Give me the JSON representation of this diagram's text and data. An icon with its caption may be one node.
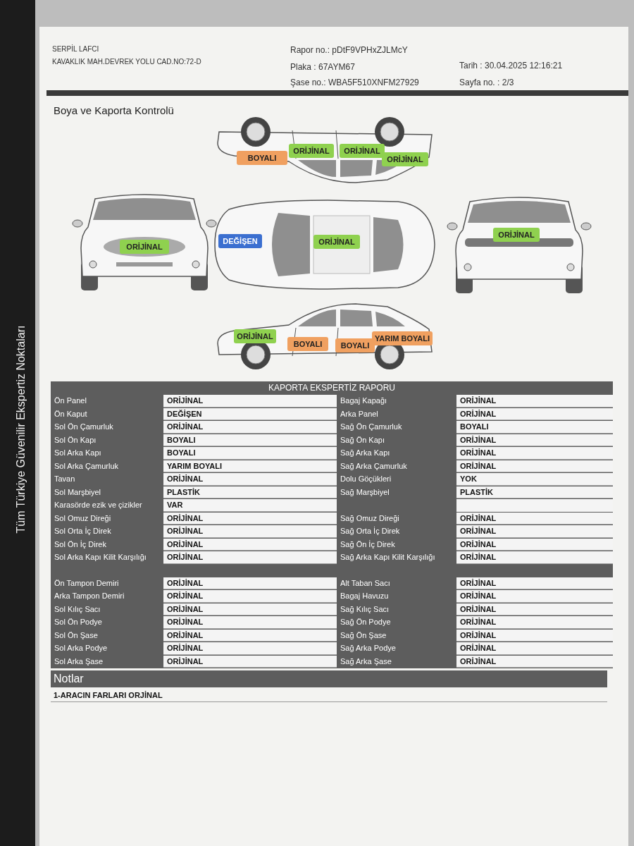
{
  "diagram": {
    "title": "Boya ve Kaporta Kontrolü",
    "nodes": [
      {
        "text": [
          "BOYALI"
        ]
      },
      {
        "text": [
          "ORİJİNAL"
        ]
      },
      {
        "text": [
          "ORİJİNAL"
        ]
      },
      {
        "text": [
          "ORİJİNAL"
        ]
      },
      {
        "text": [
          "ORİJİNAL"
        ]
      },
      {
        "text": [
          "DEĞİŞEN"
        ]
      },
      {
        "text": [
          "ORİJİNAL"
        ]
      },
      {
        "text": [
          "ORİJİNAL"
        ]
      },
      {
        "text": [
          "ORİJİNAL"
        ]
      },
      {
        "text": [
          "BOYALI"
        ]
      },
      {
        "text": [
          "BOYALI"
        ]
      },
      {
        "text": [
          "YARIM BOYALI"
        ]
      }
    ],
    "labels": [
      "SERPİL LAFCI",
      "KAVAKLIK MAH.DEVREK YOLU CAD.NO:72-D",
      "Rapor no.: pDtF9VPHxZJLMcY",
      "Plaka : 67AYM67",
      "Tarih : 30.04.2025 12:16:21",
      "Şase no.: WBA5F510XNFM27929",
      "Sayfa no. : 2/3",
      "KAPORTA EKSPERTİZ RAPORU",
      "Ön Panel",
      "ORİJİNAL",
      "Bagaj Kapağı",
      "ORİJİNAL",
      "Ön Kaput",
      "DEĞİŞEN",
      "Arka Panel",
      "ORİJİNAL",
      "Sol Ön Çamurluk",
      "ORİJİNAL",
      "Sağ Ön Çamurluk",
      "BOYALI",
      "Sol Ön Kapı",
      "BOYALI",
      "Sağ Ön Kapı",
      "ORİJİNAL",
      "Sol Arka Kapı",
      "BOYALI",
      "Sağ Arka Kapı",
      "ORİJİNAL",
      "Sol Arka Çamurluk",
      "YARIM BOYALI",
      "Sağ Arka Çamurluk",
      "ORİJİNAL",
      "Tavan",
      "ORİJİNAL",
      "Dolu Göçükleri",
      "YOK",
      "Sol Marşbiyel",
      "PLASTİK",
      "Sağ Marşbiyel",
      "PLASTİK",
      "Karasörde ezik ve çizikler",
      "VAR",
      "Sol Omuz Direği",
      "ORİJİNAL",
      "Sağ Omuz Direği",
      "ORİJİNAL",
      "Sol Orta İç Direk",
      "ORİJİNAL",
      "Sağ Orta İç Direk",
      "ORİJİNAL",
      "Sol Ön İç Direk",
      "ORİJİNAL",
      "Sağ Ön İç Direk",
      "ORİJİNAL",
      "Sol Arka Kapı Kilit Karşılığı",
      "ORİJİNAL",
      "Sağ Arka Kapı Kilit Karşılığı",
      "ORİJİNAL",
      "Ön Tampon Demiri",
      "ORİJİNAL",
      "Alt Taban Sacı",
      "ORİJİNAL",
      "Arka Tampon Demiri",
      "ORİJİNAL",
      "Bagaj Havuzu",
      "ORİJİNAL",
      "Sol Kılıç Sacı",
      "ORİJİNAL",
      "Sağ Kılıç Sacı",
      "ORİJİNAL",
      "Sol Ön Podye",
      "ORİJİNAL",
      "Sağ Ön Podye",
      "ORİJİNAL",
      "Sol Ön Şase",
      "ORİJİNAL",
      "Sağ Ön Şase",
      "ORİJİNAL",
      "Sol Arka Podye",
      "ORİJİNAL",
      "Sağ Arka Podye",
      "ORİJİNAL",
      "Sol Arka Şase",
      "ORİJİNAL",
      "Sağ Arka Şase",
      "ORİJİNAL",
      "Notlar",
      "1-ARACIN FARLARI ORJİNAL",
      "Tüm Türkiye Güvenilir Ekspertiz Noktaları"
    ]
  }
}
